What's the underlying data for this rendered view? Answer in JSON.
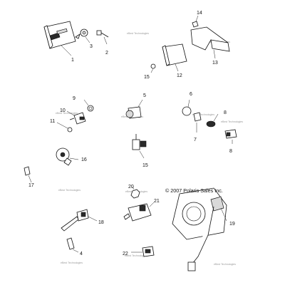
{
  "copyright": "© 2007 Polaris Sales Inc.",
  "watermark": "eBest Technologies",
  "callouts": [
    "1",
    "2",
    "3",
    "4",
    "5",
    "6",
    "7",
    "8",
    "8",
    "9",
    "10",
    "11",
    "12",
    "13",
    "14",
    "15",
    "15",
    "16",
    "17",
    "18",
    "19",
    "20",
    "21",
    "22"
  ]
}
